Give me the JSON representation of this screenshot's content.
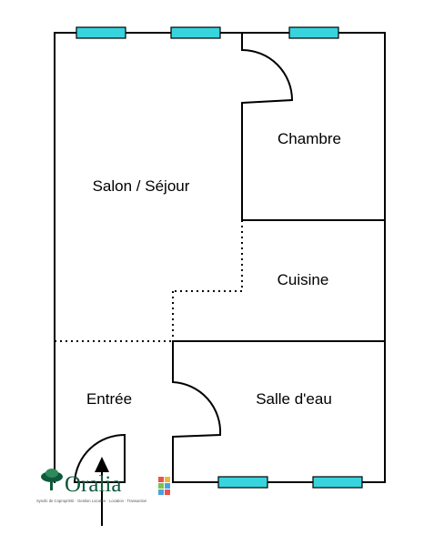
{
  "rooms": {
    "salon": "Salon / Séjour",
    "chambre": "Chambre",
    "cuisine": "Cuisine",
    "salle_eau": "Salle d'eau",
    "entree": "Entrée"
  },
  "logo": {
    "name": "Oralia",
    "tagline": "Syndic de Copropriété · Gestion Locative · Location · Transaction"
  },
  "colors": {
    "window": "#38d4dd",
    "wall": "#000000",
    "logo_green": "#0d5a3c",
    "logo_squares": [
      "#e8534a",
      "#f2b53c",
      "#7cc44a",
      "#4aa3df"
    ]
  },
  "icons": {
    "entrance": "up-arrow-icon",
    "logo_mark": "tree-icon"
  }
}
